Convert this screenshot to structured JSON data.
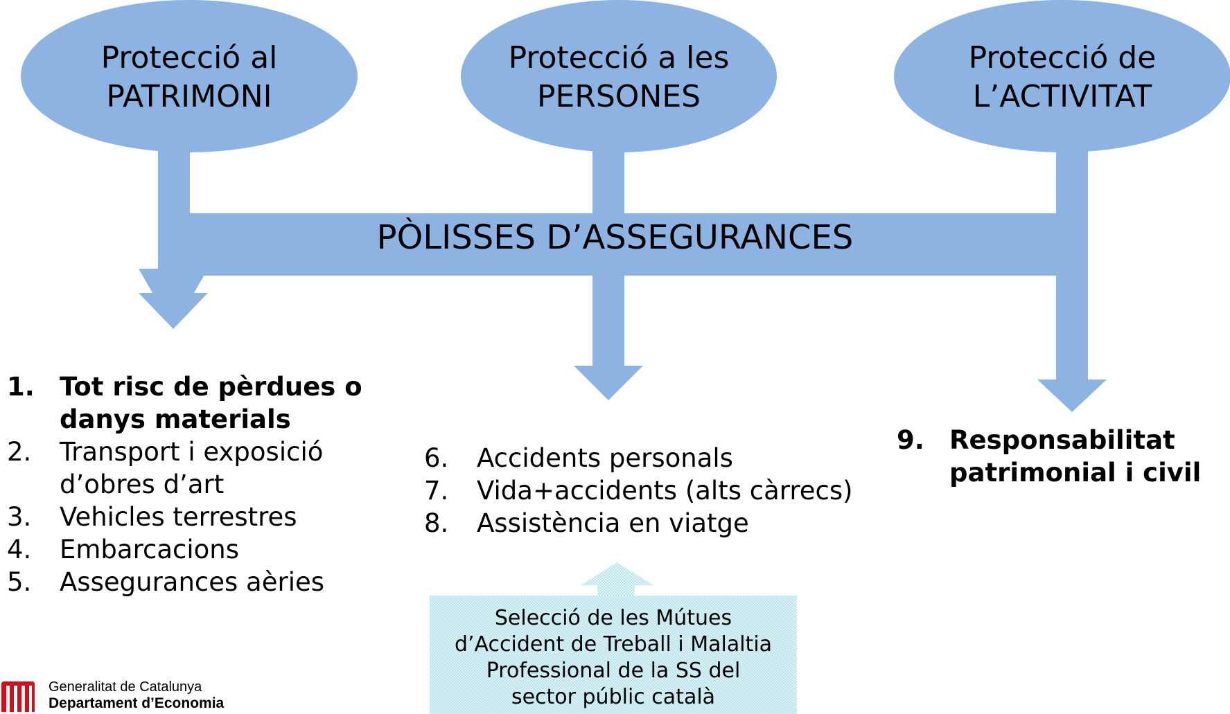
{
  "colors": {
    "shape_fill": "#8db3e2",
    "box_fill": "#b9e4ec",
    "logo_red": "#d0101b"
  },
  "ovals": [
    {
      "line1": "Protecció al",
      "line2": "PATRIMONI"
    },
    {
      "line1": "Protecció a les",
      "line2": "PERSONES"
    },
    {
      "line1": "Protecció de",
      "line2": "L’ACTIVITAT"
    }
  ],
  "banner": "PÒLISSES D’ASSEGURANCES",
  "patrimoni_items": [
    {
      "num": "1.",
      "text": "Tot risc de pèrdues o",
      "text2": "danys materials"
    },
    {
      "num": "2.",
      "text": "Transport i exposició",
      "text2": "d’obres d’art"
    },
    {
      "num": "3.",
      "text": "Vehicles terrestres"
    },
    {
      "num": "4.",
      "text": "Embarcacions"
    },
    {
      "num": "5.",
      "text": "Assegurances aèries"
    }
  ],
  "persones_items": [
    {
      "num": "6.",
      "text": "Accidents personals"
    },
    {
      "num": "7.",
      "text": "Vida+accidents (alts càrrecs)"
    },
    {
      "num": "8.",
      "text": "Assistència en viatge"
    }
  ],
  "activitat_items": [
    {
      "num": "9.",
      "text": "Responsabilitat",
      "text2": "patrimonial i civil"
    }
  ],
  "mutues_box": {
    "line1": "Selecció de les Mútues",
    "line2": "d’Accident de Treball i Malaltia",
    "line3": "Professional de la SS del",
    "line4": "sector públic català"
  },
  "logo": {
    "line1": "Generalitat de Catalunya",
    "line2": "Departament d’Economia"
  }
}
